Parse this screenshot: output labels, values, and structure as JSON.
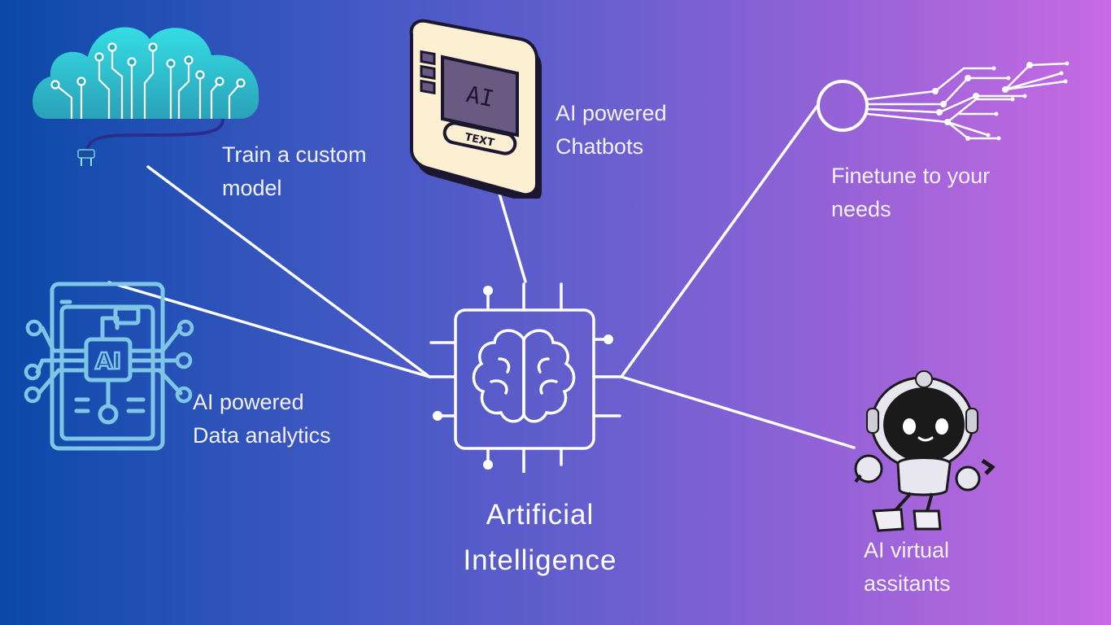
{
  "hub": {
    "title_line1": "Artificial",
    "title_line2": "Intelligence",
    "icon": "brain-chip-icon"
  },
  "nodes": [
    {
      "id": "train",
      "line1": "Train a custom",
      "line2": "model",
      "icon": "cloud-circuit-icon"
    },
    {
      "id": "chatbots",
      "line1": "AI powered",
      "line2": "Chatbots",
      "icon": "ai-text-tablet-icon",
      "icon_text": {
        "screen": "AI",
        "button": "TEXT"
      }
    },
    {
      "id": "finetune",
      "line1": "Finetune to your",
      "line2": "needs",
      "icon": "neuron-circuit-icon"
    },
    {
      "id": "analytics",
      "line1": "AI powered",
      "line2": "Data analytics",
      "icon": "ai-circuit-board-icon",
      "icon_text": {
        "chip": "AI"
      }
    },
    {
      "id": "assistants",
      "line1": "AI virtual",
      "line2": "assitants",
      "icon": "robot-astronaut-icon"
    }
  ],
  "colors": {
    "background_left": "#0a49a8",
    "background_right": "#c86ae3",
    "line": "#ffffff",
    "cloud": "#38c3d0",
    "tablet": "#fcefd2",
    "tablet_screen": "#6a5a82",
    "board": "#7fc6e6"
  }
}
